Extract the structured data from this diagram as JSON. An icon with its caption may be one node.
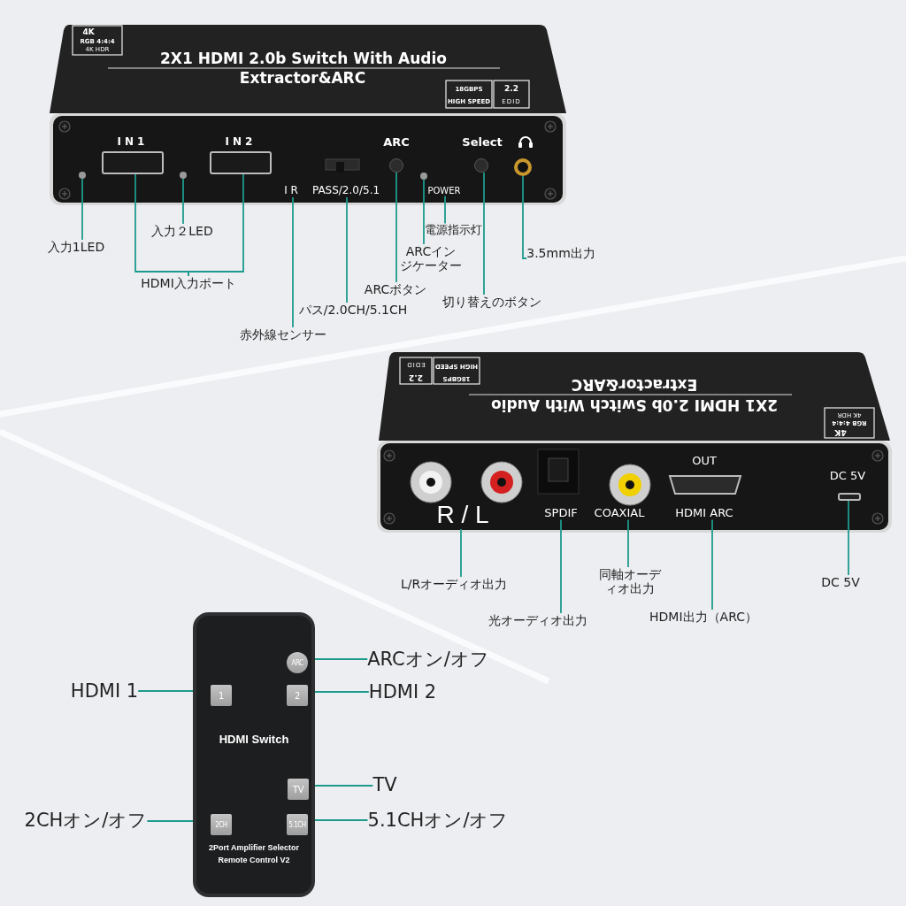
{
  "diagram": {
    "nodes": [
      {
        "text": [],
        "shape": "circle"
      },
      {
        "text": [],
        "shape": "box",
        "beside": [
          "IN1"
        ]
      },
      {
        "text": [],
        "shape": "circle"
      },
      {
        "text": [],
        "shape": "box",
        "beside": [
          "IN2"
        ]
      },
      {
        "text": [
          "I R"
        ]
      },
      {
        "text": [
          "PASS/2.0/5.1"
        ]
      },
      {
        "text": [],
        "shape": "circle"
      },
      {
        "text": [],
        "shape": "circle"
      },
      {
        "text": [
          "POWER"
        ]
      },
      {
        "text": [],
        "shape": "circle"
      },
      {
        "text": [],
        "shape": "circle"
      },
      {
        "text": [
          "入力1LED"
        ]
      },
      {
        "text": [
          "入力２LED"
        ]
      },
      {
        "text": [
          "HDMI入力ポート"
        ]
      },
      {
        "text": [
          "赤外線センサー"
        ]
      },
      {
        "text": [
          "パス/2.0CH/5.1CH"
        ]
      },
      {
        "text": [
          "ARCボタン"
        ]
      },
      {
        "text": [
          "ARCインジケーター"
        ]
      },
      {
        "text": [
          "電源指示灯"
        ]
      },
      {
        "text": [
          "切り替えのボタン"
        ]
      },
      {
        "text": [
          "3.5mm出力"
        ]
      },
      {
        "text": [
          "R / L"
        ]
      },
      {
        "text": [
          "SPDIF"
        ]
      },
      {
        "text": [
          "COAXIAL"
        ]
      },
      {
        "text": [
          "HDMI ARC"
        ]
      },
      {
        "text": [],
        "shape": "box"
      },
      {
        "text": [
          "L/Rオーディオ出力"
        ]
      },
      {
        "text": [
          "光オーディオ出力"
        ]
      },
      {
        "text": [
          "同軸オーディオ出力"
        ]
      },
      {
        "text": [
          "HDMI出力（ARC）"
        ]
      },
      {
        "text": [
          "DC 5V"
        ]
      },
      {
        "text": [
          "HDMI Switch",
          "2Port Amplifier Selector Remote Control V2"
        ]
      },
      {
        "text": [
          "ARC"
        ],
        "in": 31
      },
      {
        "text": [
          "1"
        ],
        "in": 31
      },
      {
        "text": [
          "2"
        ],
        "in": 31
      },
      {
        "text": [
          "TV"
        ],
        "in": 31
      },
      {
        "text": [
          "2CH"
        ],
        "in": 31
      },
      {
        "text": [
          "5.1CH"
        ],
        "in": 31
      },
      {
        "text": [
          "ARCオン/オフ"
        ]
      },
      {
        "text": [
          "HDMI 1"
        ]
      },
      {
        "text": [
          "HDMI 2"
        ]
      },
      {
        "text": [
          "TV"
        ]
      },
      {
        "text": [
          "2CHオン/オフ"
        ]
      },
      {
        "text": [
          "5.1CHオン/オフ"
        ]
      }
    ],
    "edges": [
      {
        "from": 11,
        "to": 0,
        "arrow": "none"
      },
      {
        "from": 12,
        "to": 2,
        "arrow": "none"
      },
      {
        "from": 13,
        "to": 1,
        "arrow": "none"
      },
      {
        "from": 13,
        "to": 3,
        "arrow": "none"
      },
      {
        "from": 14,
        "to": 4,
        "arrow": "none"
      },
      {
        "from": 15,
        "to": 5,
        "arrow": "none"
      },
      {
        "from": 16,
        "to": 6,
        "arrow": "none"
      },
      {
        "from": 17,
        "to": 7,
        "arrow": "none"
      },
      {
        "from": 18,
        "to": 8,
        "arrow": "none"
      },
      {
        "from": 19,
        "to": 9,
        "arrow": "none"
      },
      {
        "from": 20,
        "to": 10,
        "arrow": "none"
      },
      {
        "from": 26,
        "to": 21,
        "arrow": "none"
      },
      {
        "from": 27,
        "to": 22,
        "arrow": "none"
      },
      {
        "from": 28,
        "to": 23,
        "arrow": "none"
      },
      {
        "from": 29,
        "to": 24,
        "arrow": "none"
      },
      {
        "from": 30,
        "to": 25,
        "arrow": "none"
      },
      {
        "from": 38,
        "to": 32,
        "arrow": "none"
      },
      {
        "from": 39,
        "to": 33,
        "arrow": "none"
      },
      {
        "from": 40,
        "to": 34,
        "arrow": "none"
      },
      {
        "from": 41,
        "to": 35,
        "arrow": "none"
      },
      {
        "from": 42,
        "to": 36,
        "arrow": "none"
      },
      {
        "from": 43,
        "to": 37,
        "arrow": "none"
      }
    ],
    "labels": [
      "4K",
      "RGB 4:4:4",
      "4K HDR",
      "2X1 HDMI 2.0b Switch With Audio",
      "Extractor&ARC",
      "18GBPS",
      "HIGH SPEED",
      "2.2",
      "EDID",
      "ARC",
      "Select",
      "18GBPS",
      "HIGH SPEED",
      "2.2",
      "EDID",
      "Extractor&ARC",
      "2X1 HDMI 2.0b Switch With Audio",
      "4K",
      "RGB 4:4:4",
      "4K HDR",
      "OUT",
      "DC 5V"
    ]
  }
}
